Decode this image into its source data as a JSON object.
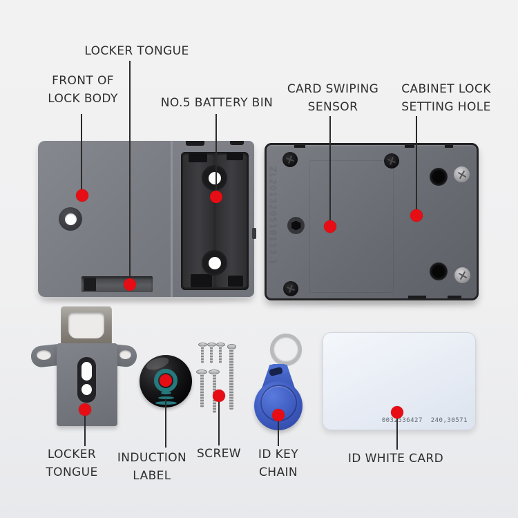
{
  "colors": {
    "marker_red": "#e60d14",
    "fob_blue": "#3f5cc0",
    "induction_teal": "#257a7e",
    "lock_body_gray": "#787b81",
    "back_panel_gray": "#676a71",
    "card_white": "#e9eef6",
    "background": "#f0f0f1"
  },
  "callouts": {
    "locker_tongue_top": {
      "line1": "LOCKER TONGUE"
    },
    "front_of_lock_body": {
      "line1": "FRONT OF",
      "line2": "LOCK BODY"
    },
    "battery_bin": {
      "line1": "NO.5 BATTERY BIN"
    },
    "card_swiping_sensor": {
      "line1": "CARD SWIPING",
      "line2": "SENSOR"
    },
    "cabinet_lock_setting_hole": {
      "line1": "CABINET LOCK",
      "line2": "SETTING HOLE"
    },
    "locker_tongue_bottom": {
      "line1": "LOCKER",
      "line2": "TONGUE"
    },
    "induction_label": {
      "line1": "INDUCTION",
      "line2": "LABEL"
    },
    "screw": {
      "line1": "SCREW"
    },
    "id_key_chain": {
      "line1": "ID KEY",
      "line2": "CHAIN"
    },
    "id_white_card": {
      "line1": "ID WHITE CARD"
    }
  },
  "back_panel": {
    "engraving": "ZL201320518113.1"
  },
  "id_card": {
    "number": "0032536427  240,30571"
  }
}
